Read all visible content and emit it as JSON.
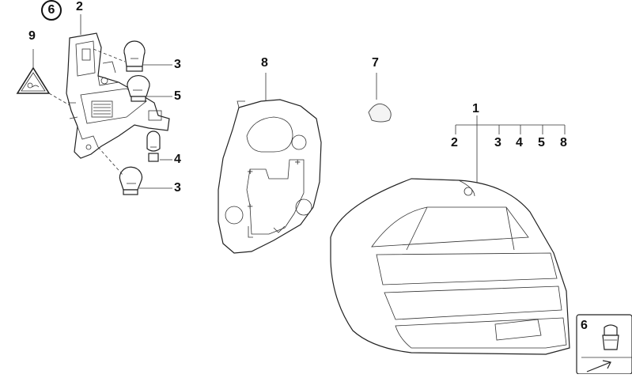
{
  "callouts": {
    "c6_top": "6",
    "c2_top": "2",
    "c9": "9",
    "c3_a": "3",
    "c5": "5",
    "c4": "4",
    "c3_b": "3",
    "c8": "8",
    "c7": "7",
    "c1": "1",
    "tree_2": "2",
    "tree_3": "3",
    "tree_4": "4",
    "tree_5": "5",
    "tree_8": "8",
    "c6_box": "6"
  },
  "colors": {
    "line": "#222222",
    "background": "#ffffff"
  }
}
